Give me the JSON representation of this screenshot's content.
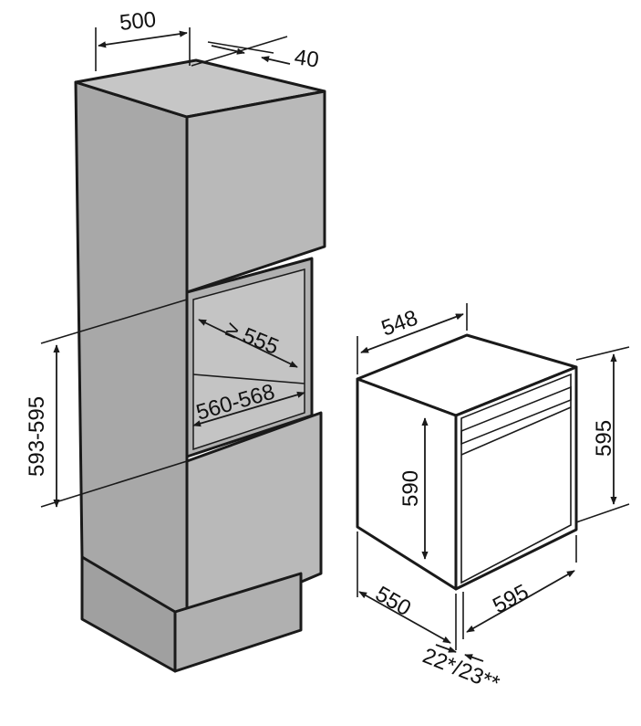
{
  "colors": {
    "cabinet_front": "#b8b8b8",
    "cabinet_side": "#a6a6a6",
    "cabinet_top": "#c9c9c9",
    "oven_face": "#ffffff",
    "line": "#1a1a1a"
  },
  "dimensions": {
    "cabinet_depth": "500",
    "top_gap": "40",
    "niche_depth_min": "≥ 555",
    "niche_width": "560-568",
    "niche_height": "593-595",
    "oven_width_top": "548",
    "oven_body_height": "590",
    "oven_front_height": "595",
    "oven_depth": "550",
    "oven_front_width": "595",
    "front_thickness": "22*/23**"
  }
}
